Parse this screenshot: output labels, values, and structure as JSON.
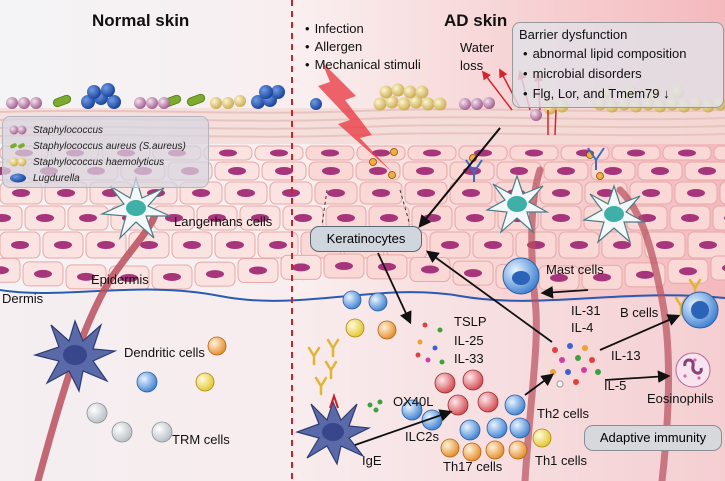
{
  "panels": {
    "normal_title": "Normal skin",
    "ad_title": "AD skin"
  },
  "triggers": [
    "Infection",
    "Allergen",
    "Mechanical stimuli"
  ],
  "water_loss": "Water\nloss",
  "water_loss_lines": [
    "Water",
    "loss"
  ],
  "barrier": {
    "title": "Barrier dysfunction",
    "items": [
      "abnormal lipid composition",
      "microbial disorders",
      "Flg, Lor, and Tmem79 ↓"
    ]
  },
  "legend": [
    {
      "name": "Staphylococcus",
      "icon": "pink-cocci-icon",
      "color": "#c87fb0"
    },
    {
      "name": "Staphylococcus aureus (S.aureus)",
      "icon": "green-rod-icon",
      "color": "#7cab2e"
    },
    {
      "name": "Staphylococcus haemolyticus",
      "icon": "tan-cocci-icon",
      "color": "#d8c27a"
    },
    {
      "name": "Lugdurella",
      "icon": "blue-cocci-icon",
      "color": "#2b5bb8"
    }
  ],
  "labels": {
    "langerhans": "Langerhans cells",
    "epidermis": "Epidermis",
    "dermis": "Dermis",
    "dendritic": "Dendritic cells",
    "trm": "TRM cells",
    "keratinocytes": "Keratinocytes",
    "mast": "Mast cells",
    "b_cells": "B cells",
    "eosinophils": "Eosinophils",
    "ox40l": "OX40L",
    "ige": "IgE",
    "ilc2s": "ILC2s",
    "th2": "Th2 cells",
    "th17": "Th17 cells",
    "th1": "Th1 cells",
    "adaptive": "Adaptive immunity"
  },
  "cytokines_kc": [
    "TSLP",
    "IL-25",
    "IL-33"
  ],
  "cytokines_th2": [
    "IL-31",
    "IL-4"
  ],
  "il13": "IL-13",
  "il5": "IL-5",
  "colors": {
    "background_left": "#f2f2f5",
    "background_right": "#f5c7c7",
    "divider": "#c8232c",
    "dermis_line": "#2a5bb0",
    "nerve": "#b84f5d"
  }
}
